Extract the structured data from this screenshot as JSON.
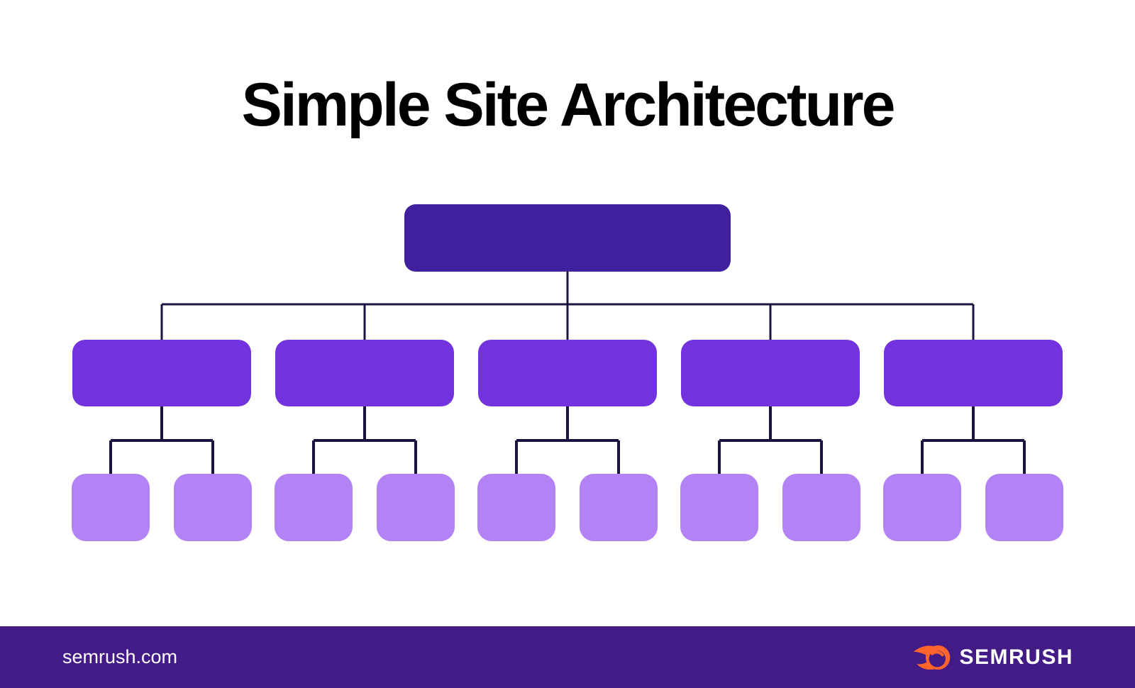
{
  "title": "Simple Site Architecture",
  "footer": {
    "site": "semrush.com",
    "brand": "SEMRUSH"
  },
  "colors": {
    "background": "#FFFFFF",
    "title_text": "#000000",
    "root_box": "#41209E",
    "category_box": "#7232DE",
    "subpage_box": "#B383F6",
    "connector_line": "#1B1441",
    "footer_bg": "#431B86",
    "footer_text": "#FFFFFF",
    "brand_orange": "#FF642D"
  },
  "diagram": {
    "type": "hierarchy",
    "levels": [
      {
        "name": "homepage",
        "depth": 1,
        "count": 1
      },
      {
        "name": "category-pages",
        "depth": 2,
        "count": 5
      },
      {
        "name": "subpages",
        "depth": 3,
        "count": 10
      }
    ],
    "children_per_category": 2,
    "description": "One homepage node links to 5 category page nodes; each category links to 2 subpage nodes"
  }
}
